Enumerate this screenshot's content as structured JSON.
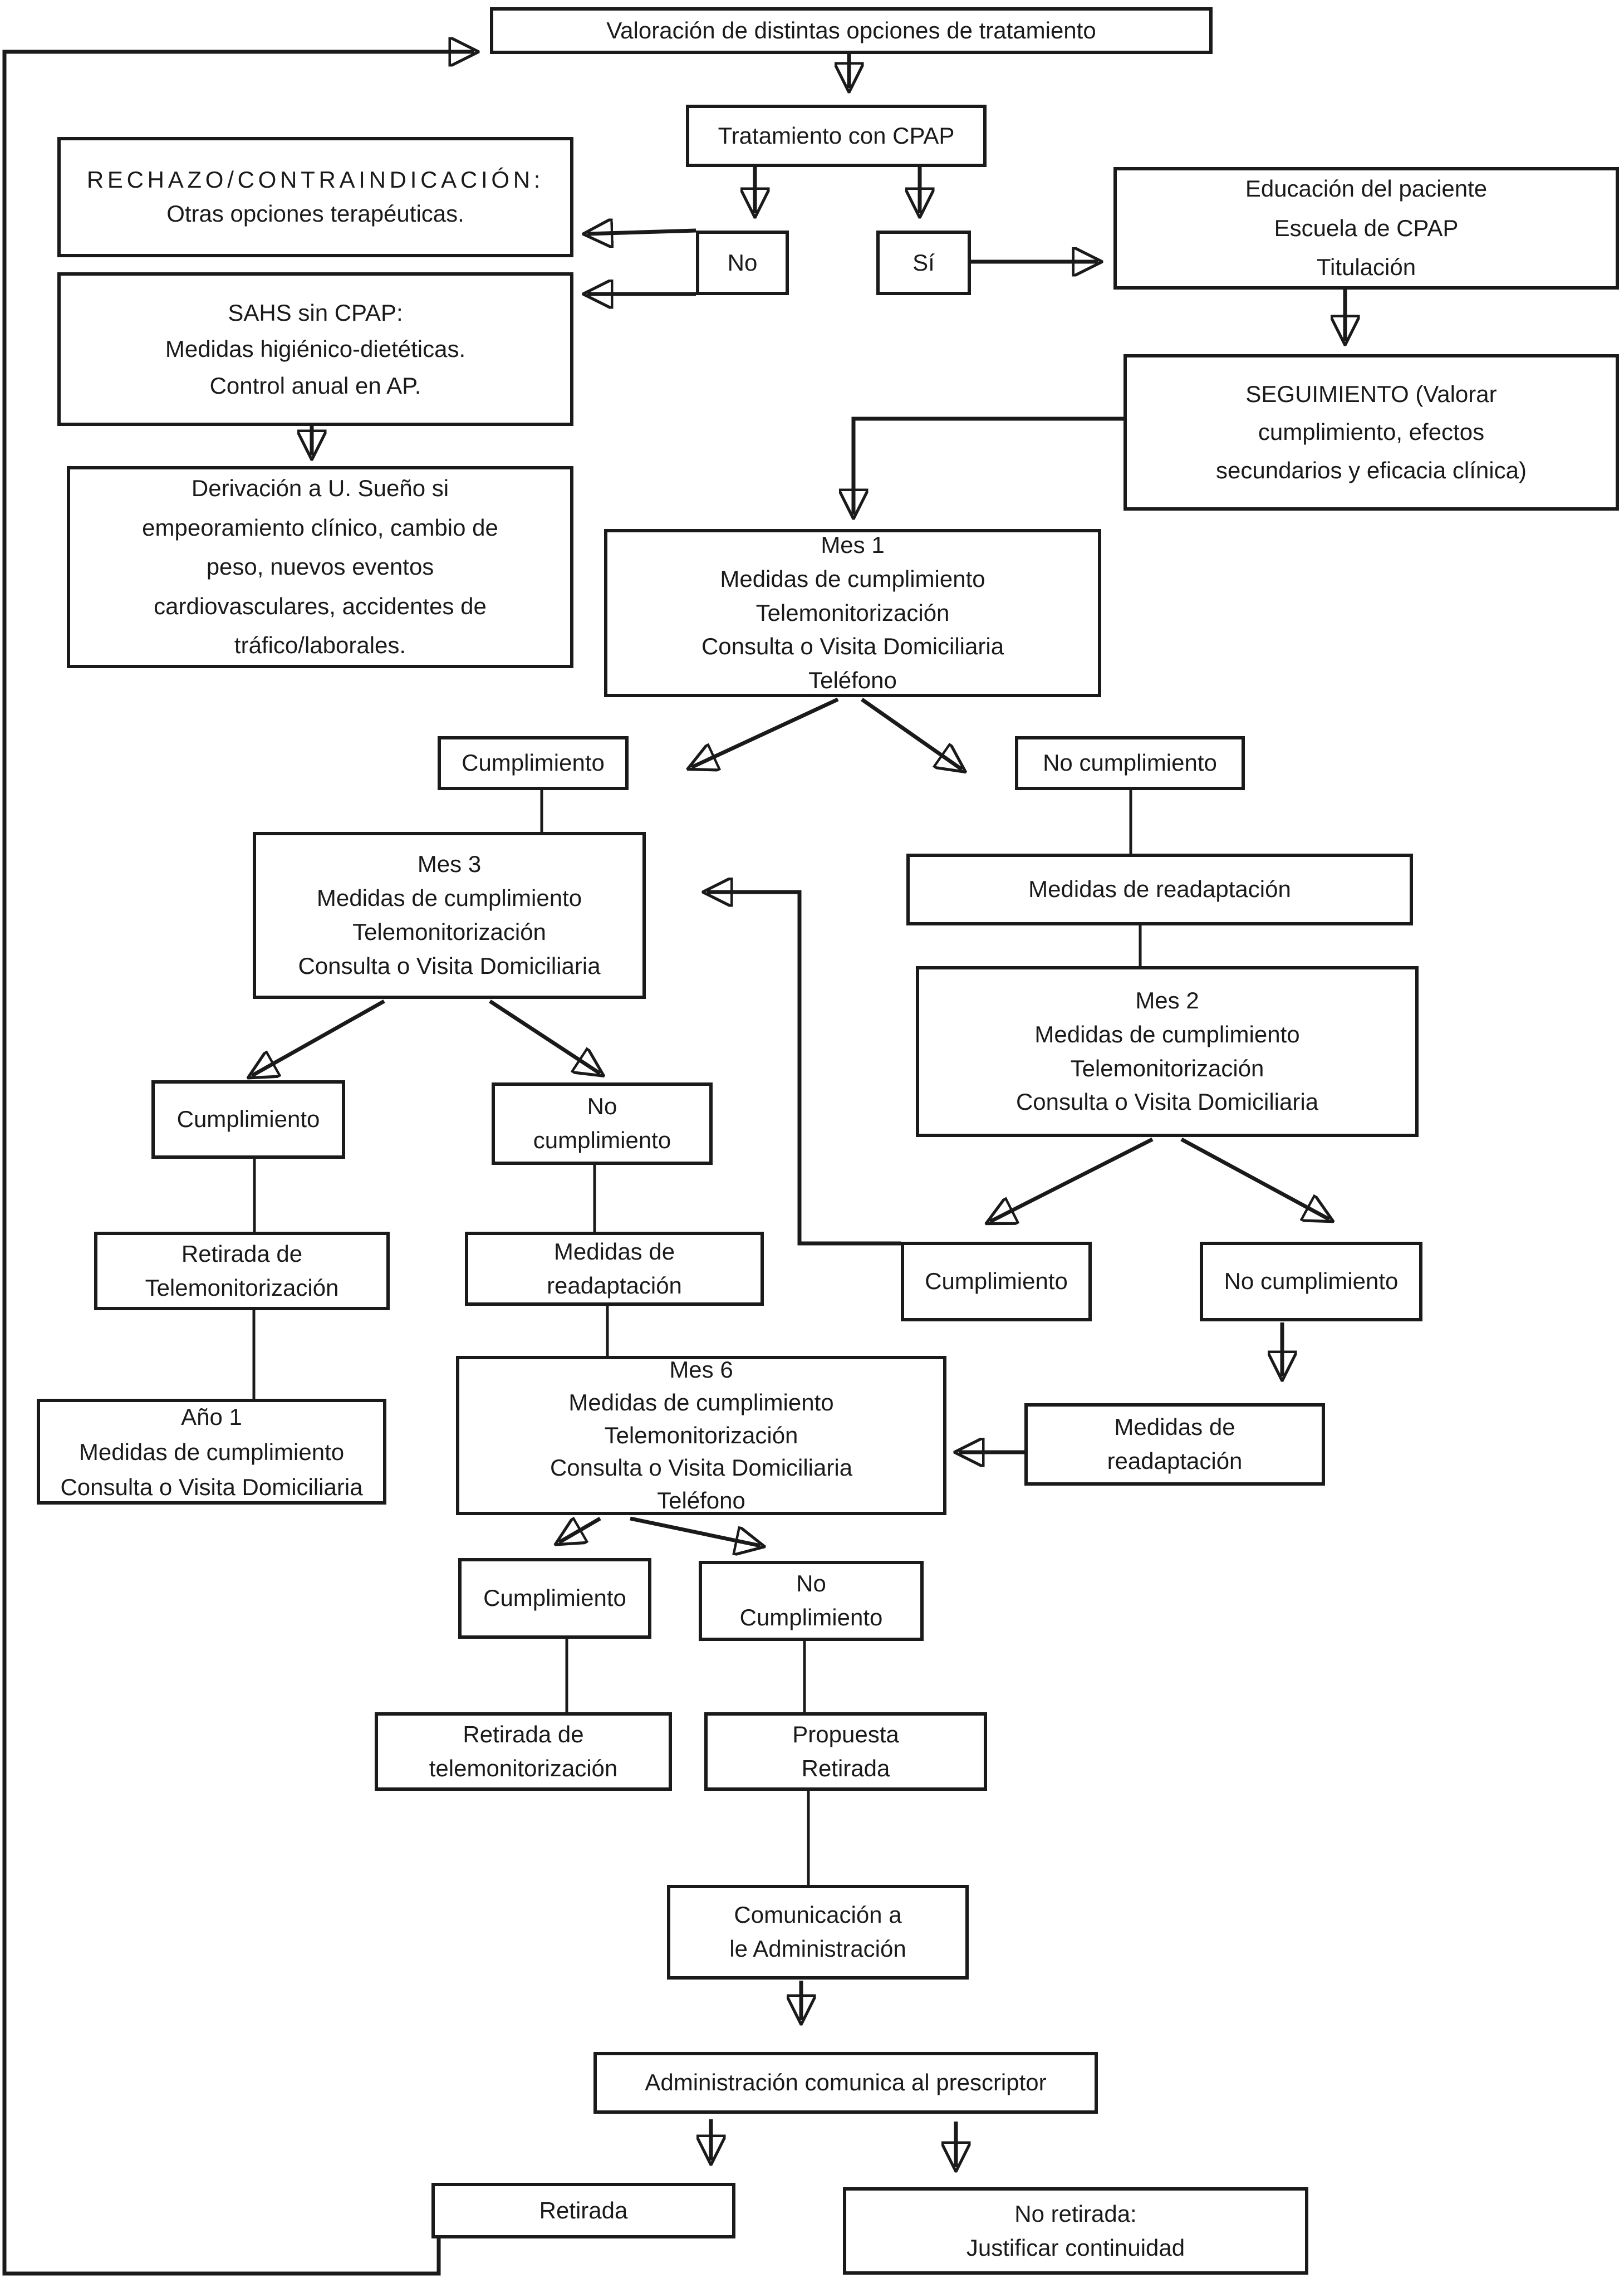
{
  "flowchart": {
    "title": "Valoración de distintas opciones de tratamiento",
    "colors": {
      "line": "#1a1a1a",
      "background": "#ffffff",
      "text": "#1a1a1a"
    },
    "nodes": {
      "valoracion": {
        "lines": [
          "Valoración de distintas opciones de tratamiento"
        ]
      },
      "cpap": {
        "lines": [
          "Tratamiento con CPAP"
        ]
      },
      "rechazo": {
        "lines": [
          "RECHAZO/CONTRAINDICACIÓN:",
          "Otras opciones terapéuticas."
        ]
      },
      "sahs": {
        "lines": [
          "SAHS sin CPAP:",
          "Medidas higiénico-dietéticas.",
          "Control anual en AP."
        ]
      },
      "derivacion": {
        "lines": [
          "Derivación a U. Sueño si",
          "empeoramiento clínico, cambio de",
          "peso, nuevos eventos",
          "cardiovasculares, accidentes de",
          "tráfico/laborales."
        ]
      },
      "no": {
        "lines": [
          "No"
        ]
      },
      "si": {
        "lines": [
          "Sí"
        ]
      },
      "educacion": {
        "lines": [
          "Educación del paciente",
          "Escuela de CPAP",
          "Titulación"
        ]
      },
      "seguimiento": {
        "lines": [
          "SEGUIMIENTO (Valorar",
          "cumplimiento, efectos",
          "secundarios y eficacia clínica)"
        ]
      },
      "mes1": {
        "lines": [
          "Mes 1",
          "Medidas de cumplimiento",
          "Telemonitorización",
          "Consulta o Visita Domiciliaria",
          "Teléfono"
        ]
      },
      "cumplimiento_mes1": {
        "lines": [
          "Cumplimiento"
        ]
      },
      "no_cumplimiento_mes1": {
        "lines": [
          "No cumplimiento"
        ]
      },
      "mes3": {
        "lines": [
          "Mes 3",
          "Medidas de cumplimiento",
          "Telemonitorización",
          "Consulta o Visita Domiciliaria"
        ]
      },
      "readaptacion_mes1": {
        "lines": [
          "Medidas de readaptación"
        ]
      },
      "mes2": {
        "lines": [
          "Mes 2",
          "Medidas de cumplimiento",
          "Telemonitorización",
          "Consulta o Visita Domiciliaria"
        ]
      },
      "cumplimiento_mes3": {
        "lines": [
          "Cumplimiento"
        ]
      },
      "no_cumplimiento_mes3": {
        "lines": [
          "No",
          "cumplimiento"
        ]
      },
      "retirada_tele_mes3": {
        "lines": [
          "Retirada de",
          "Telemonitorización"
        ]
      },
      "readaptacion_mes3": {
        "lines": [
          "Medidas de",
          "readaptación"
        ]
      },
      "cumplimiento_mes2": {
        "lines": [
          "Cumplimiento"
        ]
      },
      "no_cumplimiento_mes2": {
        "lines": [
          "No cumplimiento"
        ]
      },
      "ano1": {
        "lines": [
          "Año 1",
          "Medidas de cumplimiento",
          "Consulta o Visita Domiciliaria"
        ]
      },
      "mes6": {
        "lines": [
          "Mes 6",
          "Medidas de cumplimiento",
          "Telemonitorización",
          "Consulta o Visita Domiciliaria",
          "Teléfono"
        ]
      },
      "readaptacion_mes2": {
        "lines": [
          "Medidas de",
          "readaptación"
        ]
      },
      "cumplimiento_mes6": {
        "lines": [
          "Cumplimiento"
        ]
      },
      "no_cumplimiento_mes6": {
        "lines": [
          "No",
          "Cumplimiento"
        ]
      },
      "retirada_tele_mes6": {
        "lines": [
          "Retirada de",
          "telemonitorización"
        ]
      },
      "propuesta": {
        "lines": [
          "Propuesta",
          "Retirada"
        ]
      },
      "comunicacion": {
        "lines": [
          "Comunicación a",
          "le Administración"
        ]
      },
      "administracion": {
        "lines": [
          "Administración comunica al prescriptor"
        ]
      },
      "retirada": {
        "lines": [
          "Retirada"
        ]
      },
      "no_retirada": {
        "lines": [
          "No retirada:",
          "Justificar continuidad"
        ]
      }
    }
  }
}
